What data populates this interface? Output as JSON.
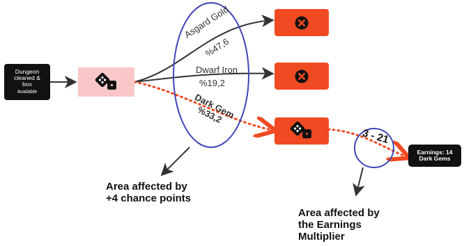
{
  "start_node": {
    "line1": "Dungeon",
    "line2": "cleaned &",
    "line3": "box",
    "status": "Available"
  },
  "outcomes": [
    {
      "name": "Asgard Gold",
      "chance": "%47,6",
      "result_icon": "x-circle-icon"
    },
    {
      "name": "Dwarf Iron",
      "chance": "%19,2",
      "result_icon": "x-circle-icon"
    },
    {
      "name": "Dark Gem",
      "chance": "%33,2",
      "result_icon": "dice-icon"
    }
  ],
  "multiplier_range": "3 - 21",
  "earnings_node": {
    "line1": "Earnings: 14",
    "line2": "Dark Gems"
  },
  "callouts": {
    "chance_area": {
      "line1": "Area affected by",
      "line2": "+4 chance points"
    },
    "multiplier_area": {
      "line1": "Area affected by",
      "line2": "the Earnings",
      "line3": "Multiplier"
    }
  },
  "colors": {
    "red": "#f04a23",
    "pink": "#f9c7c7",
    "dark": "#111111",
    "ellipse_blue": "#3f45b5"
  }
}
